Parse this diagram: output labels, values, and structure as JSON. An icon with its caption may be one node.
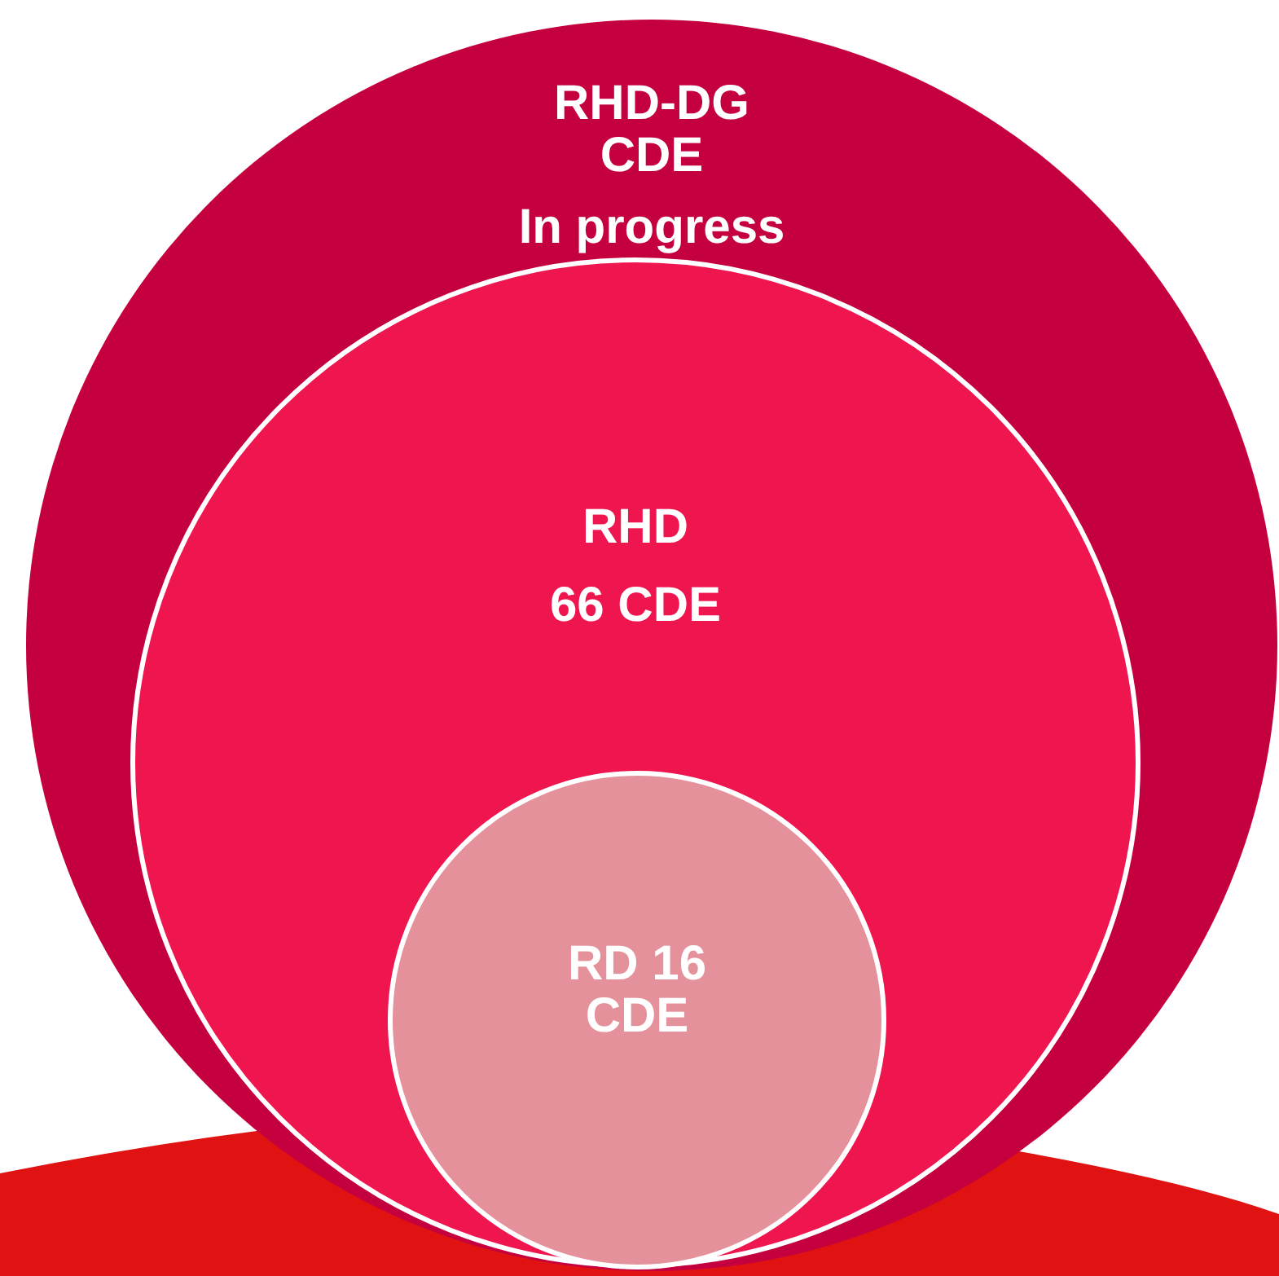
{
  "diagram": {
    "nodes": [
      {
        "text": [
          "RHD-DG CDE",
          "In progress"
        ]
      },
      {
        "text": [
          "RHD",
          "66 CDE"
        ],
        "in": 0
      },
      {
        "text": [
          "RD 16 CDE"
        ],
        "in": 1
      }
    ]
  }
}
